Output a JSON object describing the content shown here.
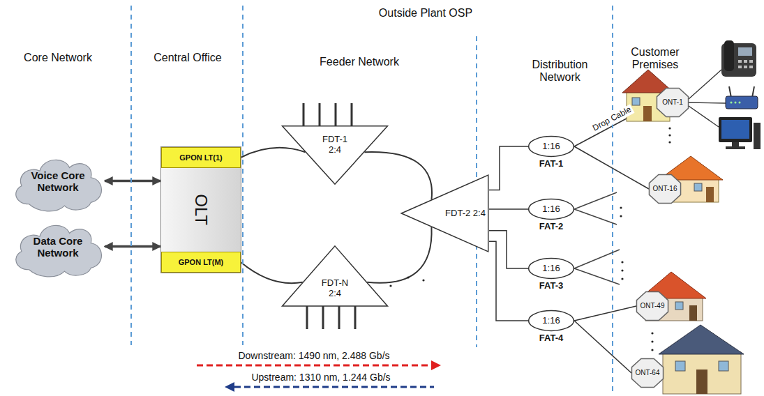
{
  "diagram": {
    "nodes": [
      {
        "text": [
          "Voice Core Network"
        ]
      },
      {
        "text": [
          "Data Core Network"
        ]
      },
      {
        "text": [
          "OLT"
        ]
      },
      {
        "text": [
          "GPON LT(1)"
        ],
        "in": 2
      },
      {
        "text": [
          "GPON LT(M)"
        ],
        "in": 2
      },
      {
        "text": [
          "FDT-1 2:4"
        ]
      },
      {
        "text": [
          "FDT-N 2:4"
        ]
      },
      {
        "text": [
          "FDT-2 2:4"
        ]
      },
      {
        "text": [
          "1:16",
          "FAT-1"
        ]
      },
      {
        "text": [
          "1:16",
          "FAT-2"
        ]
      },
      {
        "text": [
          "1:16",
          "FAT-3"
        ]
      },
      {
        "text": [
          "1:16",
          "FAT-4"
        ]
      },
      {
        "text": [
          "ONT-1"
        ]
      },
      {
        "text": [
          "ONT-16"
        ]
      },
      {
        "text": [
          "ONT-49"
        ]
      },
      {
        "text": [
          "ONT-64"
        ]
      }
    ],
    "edges": [
      {
        "from": 0,
        "to": 2,
        "arrow": "both"
      },
      {
        "from": 1,
        "to": 2,
        "arrow": "both"
      },
      {
        "from": 3,
        "to": 5,
        "arrow": "none"
      },
      {
        "from": 5,
        "to": 7,
        "arrow": "none"
      },
      {
        "from": 7,
        "to": 6,
        "arrow": "none"
      },
      {
        "from": 6,
        "to": 4,
        "arrow": "none"
      },
      {
        "from": 7,
        "to": 8,
        "arrow": "none"
      },
      {
        "from": 7,
        "to": 9,
        "arrow": "none"
      },
      {
        "from": 7,
        "to": 10,
        "arrow": "none"
      },
      {
        "from": 7,
        "to": 11,
        "arrow": "none"
      },
      {
        "from": 8,
        "to": 12,
        "label": "Drop Cable",
        "arrow": "none"
      },
      {
        "from": 8,
        "to": 13,
        "arrow": "none"
      },
      {
        "from": 11,
        "to": 14,
        "arrow": "none"
      },
      {
        "from": 11,
        "to": 15,
        "arrow": "none"
      }
    ],
    "labels": [
      "Outside Plant OSP",
      "Core Network",
      "Central Office",
      "Feeder Network",
      "Distribution Network",
      "Customer Premises",
      "Downstream: 1490 nm, 2.488 Gb/s",
      "Upstream: 1310 nm, 1.244 Gb/s"
    ]
  }
}
